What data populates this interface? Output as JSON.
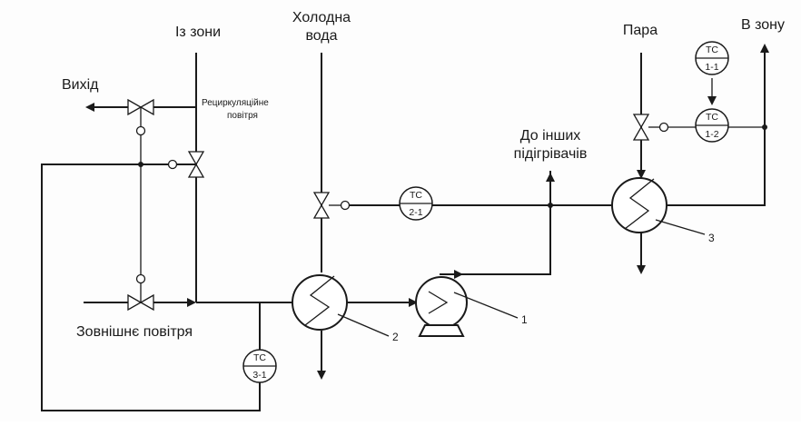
{
  "labels": {
    "from_zone": "Із зони",
    "cold_water_l1": "Холодна",
    "cold_water_l2": "вода",
    "steam": "Пара",
    "to_zone": "В зону",
    "exit": "Вихід",
    "recirc_l1": "Рециркуляційне",
    "recirc_l2": "повітря",
    "other_heaters_l1": "До інших",
    "other_heaters_l2": "підігрівачів",
    "outside_air": "Зовнішнє повітря"
  },
  "controllers": [
    {
      "top": "TC",
      "bottom": "1-1"
    },
    {
      "top": "TC",
      "bottom": "1-2"
    },
    {
      "top": "TC",
      "bottom": "2-1"
    },
    {
      "top": "TC",
      "bottom": "3-1"
    }
  ],
  "equipment_numbers": {
    "fan": "1",
    "cooler": "2",
    "heater": "3"
  }
}
